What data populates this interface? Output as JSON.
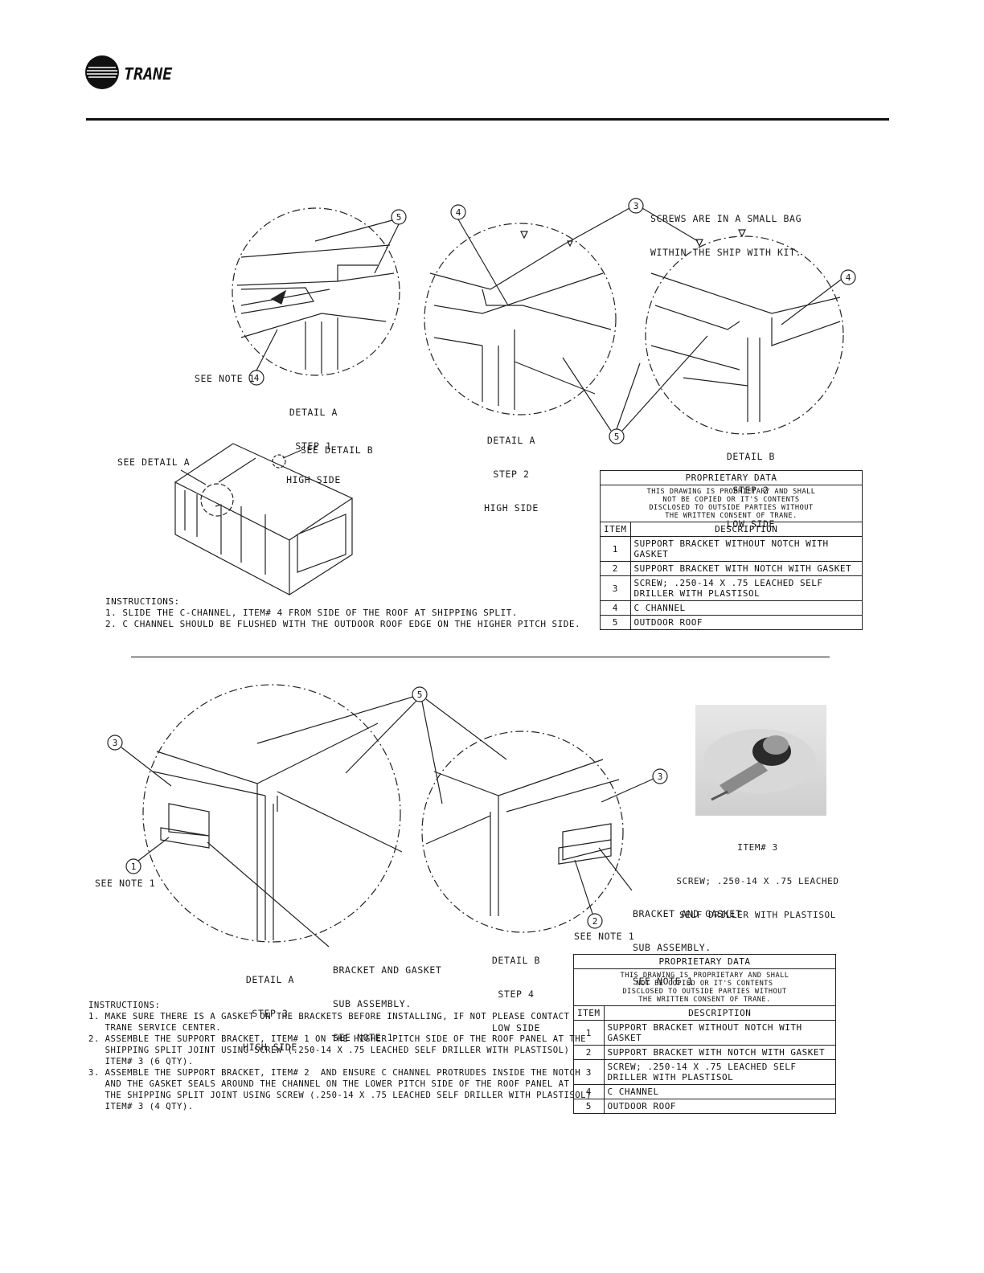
{
  "header": {
    "brand": "TRANE"
  },
  "top": {
    "callouts": {
      "screws_note": [
        "SCREWS ARE IN A SMALL BAG",
        "WITHIN THE SHIP WITH KIT."
      ],
      "see_note_1": "SEE NOTE 1",
      "see_detail_a": "SEE DETAIL A",
      "see_detail_b": "SEE DETAIL B"
    },
    "detail1": [
      "DETAIL A",
      "STEP 1",
      "HIGH SIDE"
    ],
    "detail2": [
      "DETAIL A",
      "STEP 2",
      "HIGH SIDE"
    ],
    "detail3": [
      "DETAIL B",
      "STEP 2",
      "LOW SIDE"
    ],
    "instructions": [
      "INSTRUCTIONS:",
      "1. SLIDE THE C-CHANNEL, ITEM# 4 FROM SIDE OF THE ROOF AT SHIPPING SPLIT.",
      "2. C CHANNEL SHOULD BE FLUSHED WITH THE OUTDOOR ROOF EDGE ON THE HIGHER PITCH SIDE."
    ]
  },
  "table": {
    "title": "PROPRIETARY DATA",
    "notice": [
      "THIS DRAWING IS PROPRIETARY AND SHALL",
      "NOT BE COPIED OR IT'S CONTENTS",
      "DISCLOSED TO OUTSIDE PARTIES WITHOUT",
      "THE WRITTEN CONSENT OF TRANE."
    ],
    "col_item": "ITEM",
    "col_desc": "DESCRIPTION",
    "rows": [
      {
        "item": "1",
        "desc": "SUPPORT BRACKET WITHOUT NOTCH WITH GASKET"
      },
      {
        "item": "2",
        "desc": "SUPPORT BRACKET WITH NOTCH WITH GASKET"
      },
      {
        "item": "3",
        "desc": "SCREW; .250-14 X .75 LEACHED SELF",
        "desc2": "DRILLER WITH PLASTISOL"
      },
      {
        "item": "4",
        "desc": "C CHANNEL"
      },
      {
        "item": "5",
        "desc": "OUTDOOR ROOF"
      }
    ]
  },
  "bottom": {
    "callouts": {
      "see_note_1": "SEE NOTE 1",
      "bracket_left": [
        "BRACKET AND GASKET",
        "SUB ASSEMBLY.",
        "SEE NOTE 1"
      ],
      "bracket_right": [
        "BRACKET AND GASKET",
        "SUB ASSEMBLY.",
        "SEE NOTE 1"
      ]
    },
    "detail1": [
      "DETAIL A",
      "STEP 3",
      "HIGH SIDE"
    ],
    "detail2": [
      "DETAIL B",
      "STEP 4",
      "LOW SIDE"
    ],
    "photo_caption": [
      "ITEM# 3",
      "SCREW; .250-14 X .75 LEACHED",
      "SELF DRILLER WITH PLASTISOL"
    ],
    "instructions": [
      "INSTRUCTIONS:",
      "1. MAKE SURE THERE IS A GASKET ON THE BRACKETS BEFORE INSTALLING, IF NOT PLEASE CONTACT",
      "   TRANE SERVICE CENTER.",
      "2. ASSEMBLE THE SUPPORT BRACKET, ITEM# 1 ON THE HIGHER PITCH SIDE OF THE ROOF PANEL AT THE",
      "   SHIPPING SPLIT JOINT USING SCREW (.250-14 X .75 LEACHED SELF DRILLER WITH PLASTISOL)",
      "   ITEM# 3 (6 QTY).",
      "3. ASSEMBLE THE SUPPORT BRACKET, ITEM# 2  AND ENSURE C CHANNEL PROTRUDES INSIDE THE NOTCH",
      "   AND THE GASKET SEALS AROUND THE CHANNEL ON THE LOWER PITCH SIDE OF THE ROOF PANEL AT",
      "   THE SHIPPING SPLIT JOINT USING SCREW (.250-14 X .75 LEACHED SELF DRILLER WITH PLASTISOL)",
      "   ITEM# 3 (4 QTY)."
    ]
  }
}
